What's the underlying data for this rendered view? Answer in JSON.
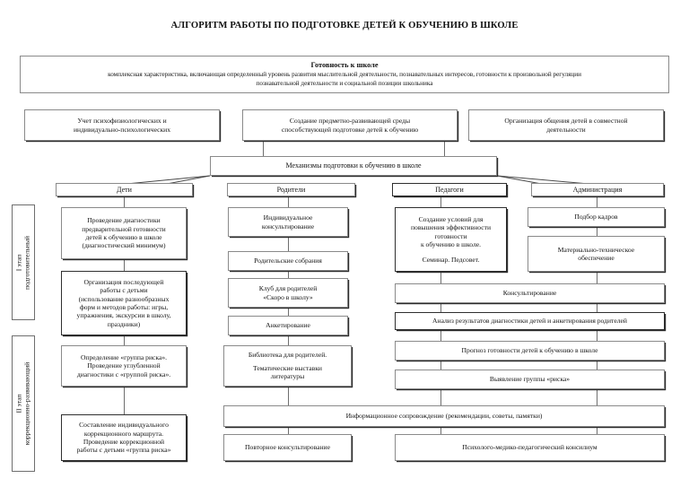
{
  "page": {
    "title": "АЛГОРИТМ РАБОТЫ ПО ПОДГОТОВКЕ ДЕТЕЙ К ОБУЧЕНИЮ В ШКОЛЕ",
    "background": "#ffffff",
    "border_color": "#8a8a8a",
    "text_color": "#111111"
  },
  "definition": {
    "heading": "Готовность к школе",
    "line1": "комплексная характеристика, включающая определенный уровень развития мыслительной деятельности, познавательных интересов, готовности к произвольной регуляции",
    "line2": "познавательной деятельности и социальной позиции школьника"
  },
  "conditions": [
    {
      "line1": "Учет психофизиологических и",
      "line2": "индивидуально-психологических"
    },
    {
      "line1": "Создание предметно-развивающей среды",
      "line2": "способствующей подготовке детей к обучению"
    },
    {
      "line1": "Организация общения детей в совместной",
      "line2": "деятельности"
    }
  ],
  "mechanisms": {
    "label": "Механизмы подготовки к обучению в школе"
  },
  "columns": [
    {
      "header": "Дети"
    },
    {
      "header": "Родители"
    },
    {
      "header": "Педагоги"
    },
    {
      "header": "Администрация"
    }
  ],
  "stages": [
    {
      "roman": "I этап",
      "name": "подготовительный"
    },
    {
      "roman": "II этап",
      "name": "коррекционно-развивающий"
    }
  ],
  "children_items": [
    {
      "lines": [
        "Проведение диагностики",
        "предварительной готовности",
        "детей к обучению в школе",
        "(диагностический минимум)"
      ]
    },
    {
      "lines": [
        "Организация последующей",
        "работы с детьми",
        "(использование разнообразных",
        "форм и методов работы: игры,",
        "упражнения, экскурсии в школу,",
        "праздники)"
      ]
    },
    {
      "lines": [
        "Определение «группа риска».",
        "Проведение углубленной",
        "диагностики с «группой риска»."
      ]
    },
    {
      "lines": [
        "Составление индивидуального",
        "коррекционного маршрута.",
        "Проведение коррекционной",
        "работы с детьми «группа риска»"
      ]
    }
  ],
  "parents_items": [
    {
      "lines": [
        "Индивидуальное",
        "консультирование"
      ]
    },
    {
      "lines": [
        "Родительские собрания"
      ]
    },
    {
      "lines": [
        "Клуб для родителей",
        "«Скоро в школу»"
      ]
    },
    {
      "lines": [
        "Анкетирование"
      ]
    },
    {
      "lines": [
        "Библиотека для родителей.",
        "",
        "Тематические выставки",
        "литературы"
      ]
    },
    {
      "lines": [
        "Повторное консультирование"
      ]
    }
  ],
  "teachers_items": [
    {
      "lines": [
        "Создание условий для",
        "повышения эффективности",
        "готовности",
        "к обучению в школе.",
        "",
        "Семинар. Педсовет."
      ]
    }
  ],
  "admin_items": [
    {
      "lines": [
        "Подбор кадров"
      ]
    },
    {
      "lines": [
        "Материально-техническое",
        "обеспечение"
      ]
    }
  ],
  "wide_items": [
    {
      "label": "Консультирование"
    },
    {
      "label": "Анализ результатов диагностики детей  и анкетирования родителей"
    },
    {
      "label": "Прогноз готовности детей к обучению в школе"
    },
    {
      "label": "Выявление группы «риска»"
    },
    {
      "label": "Психолого-медико-педагогический консилиум"
    }
  ],
  "info_support": {
    "label": "Информационное сопровождение (рекомендации, советы, памятки)"
  }
}
